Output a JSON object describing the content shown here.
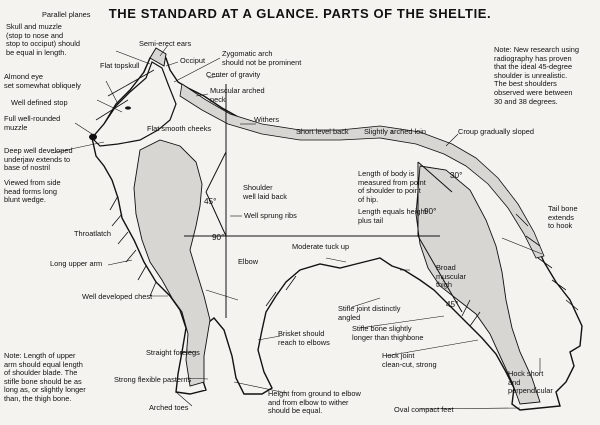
{
  "title": "THE STANDARD AT A GLANCE. PARTS OF THE SHELTIE.",
  "note_top_right": "Note: New research using\nradiography has proven\nthat the ideal 45-degree\nshoulder is unrealistic.\nThe best shoulders\nobserved were between\n30 and 38 degrees.",
  "note_bottom_left": "Note: Length of upper\narm should equal length\nof shoulder blade. The\nstifle bone should be as\nlong as, or slightly longer\nthan, the thigh bone.",
  "labels": {
    "parallel_planes": "Parallel planes",
    "skull_muzzle": "Skull and muzzle\n(stop to nose and\nstop to occiput) should\nbe equal in length.",
    "semi_erect_ears": "Semi-erect ears",
    "flat_topskull": "Flat topskull",
    "occiput": "Occiput",
    "zygomatic_arch": "Zygomatic arch\nshould not be prominent",
    "center_of_gravity": "Center of gravity",
    "almond_eye": "Almond eye\nset somewhat obliquely",
    "well_defined_stop": "Well defined stop",
    "muscular_arched_neck": "Muscular arched\nneck",
    "full_muzzle": "Full well-rounded\nmuzzle",
    "flat_smooth_cheeks": "Flat smooth cheeks",
    "withers": "Withers",
    "short_level_back": "Short level back",
    "slightly_arched_loin": "Slightly arched loin",
    "croup_sloped": "Croup gradually sloped",
    "deep_underjaw": "Deep well developed\nunderjaw extends to\nbase of nostril",
    "head_blunt_wedge": "Viewed from side\nhead forms long\nblunt wedge.",
    "shoulder_laid_back": "Shoulder\nwell laid back",
    "length_of_body": "Length of body is\nmeasured from point\nof shoulder to point\nof hip.",
    "length_equals_height": "Length equals height\nplus tail",
    "tail_bone": "Tail bone\nextends\nto hook",
    "throatlatch": "Throatlatch",
    "well_sprung_ribs": "Well sprung ribs",
    "angle_45_shoulder": "45°",
    "angle_90_elbow": "90°",
    "angle_30_pelvis": "30°",
    "angle_90_hip": "90°",
    "angle_45_stifle": "45°",
    "moderate_tuck_up": "Moderate tuck up",
    "long_upper_arm": "Long upper arm",
    "elbow": "Elbow",
    "broad_thigh": "Broad\nmuscular\nthigh",
    "well_developed_chest": "Well developed chest",
    "stifle_joint": "Stifle joint distinctly\nangled",
    "stifle_bone": "Stifle bone slightly\nlonger than thighbone",
    "brisket": "Brisket should\nreach to elbows",
    "straight_forelegs": "Straight forelegs",
    "hock_joint": "Hock joint\nclean-cut, strong",
    "strong_pasterns": "Strong flexible pasterns",
    "hock_short": "Hock short\nand\nperpendicular",
    "arched_toes": "Arched toes",
    "height_ground_elbow": "Height from ground to elbow\nand from elbow to wither\nshould be equal.",
    "oval_feet": "Oval compact feet"
  },
  "colors": {
    "ink": "#111111",
    "paper": "#f4f3ef",
    "shade": "#d7d6d2"
  }
}
